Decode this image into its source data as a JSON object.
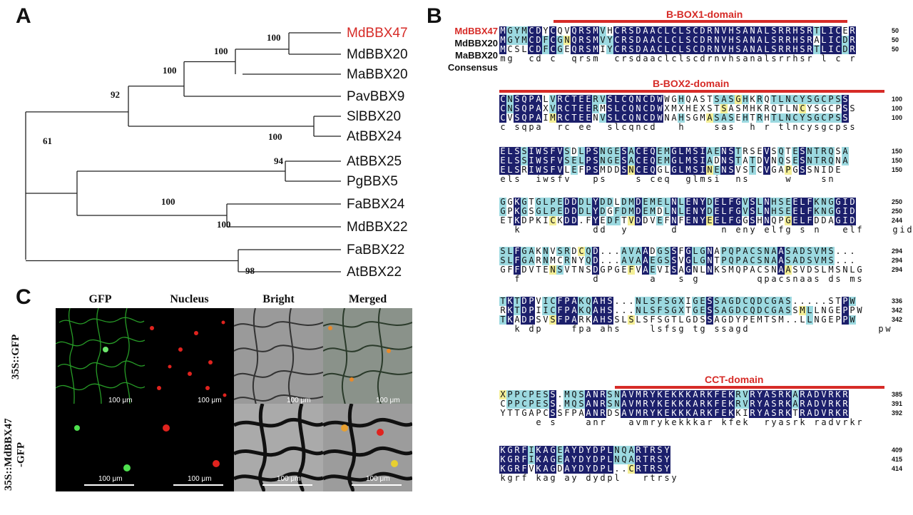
{
  "panels": {
    "a": "A",
    "b": "B",
    "c": "C"
  },
  "tree": {
    "taxa": [
      "MdBBX47",
      "MdBBX20",
      "MaBBX20",
      "PavBBX9",
      "SlBBX20",
      "AtBBX24",
      "AtBBX25",
      "PgBBX5",
      "FaBBX24",
      "MdBBX22",
      "FaBBX22",
      "AtBBX22"
    ],
    "highlight": "MdBBX47",
    "bootstraps": [
      "100",
      "100",
      "100",
      "92",
      "100",
      "61",
      "94",
      "100",
      "100",
      "98"
    ]
  },
  "panel_c": {
    "columns": [
      "GFP",
      "Nucleus",
      "Bright",
      "Merged"
    ],
    "rows": [
      "35S::GFP",
      "35S::MdBBX47\n-GFP"
    ],
    "scale_label": "100 μm"
  },
  "alignment": {
    "names": [
      "MdBBX47",
      "MdBBX20",
      "MaBBX20",
      "Consensus"
    ],
    "domains": [
      "B-BOX1-domain",
      "B-BOX2-domain",
      "CCT-domain"
    ],
    "blocks": [
      {
        "rows": [
          "MGYMCDYCQVQRSMVHCRSDAACLCLSCDRNVHSANALSRRHSRTLICER",
          "MGYMCDFCGNQRSMVYCRSDAACLCLSCDRNVHSANALSRRHSRALICDR",
          "MCSLCDFCGEQRSMIYCRSDAACLCLSCDRNVHSANALSRRHSRTLICDR",
          "mg  cd c  qrsm  crsdaaclclscdrnvhsanalsrrhsr l c r"
        ],
        "nums": [
          "50",
          "50",
          "50"
        ]
      },
      {
        "rows": [
          "CNSQPALVRCTEERVSLCQNCDWWGHQASTSASGHKRQTLNCYSGCPSS",
          "CNSQPAXVRCTEERMSLCQNCDWXMXHEXSTSASMHKRQTLNCYSGCPSS",
          "CVSQPAIMRCTEENVSLCQNCDWNAHSGMASASEHTRHTLNCYSGCPSS",
          "c sqpa  rc ee  slcqncd   h    sas  h r tlncysgcpss"
        ],
        "nums": [
          "100",
          "100",
          "100"
        ]
      },
      {
        "rows": [
          "ELSSIWSFVSDLPSNGESACEQEMGLMSIAENSTRSEVSQTESNTRQSA",
          "ELSSIWSFVSELPSNGESACEQEMGLMSIADNSTATDVNQSESNTRQNA",
          "ELSRIWSFVLEFPSMDDSNCEQGLGLMSINENSVSTCVGAPGSSNIDE",
          "els  iwsfv   ps    s ceq  glmsi  ns     w    sn"
        ],
        "nums": [
          "150",
          "150",
          "150"
        ]
      },
      {
        "rows": [
          "GGKGTGLPEDDDLYDDLDMDEMELNLENYDELFGVSLNHSEELFKNGGID",
          "GPKGSGLPEDDDLYDGFDMDEMDLNLENYDELFGVSLNHSEELFKNGGID",
          "ETKDPKICKDD.FYEDFTVDDVEFNFENYEELFGGSHNQPGELFDDAGID",
          "  k          dd  y      d      n eny elfg s n   elf    gid"
        ],
        "nums": [
          "250",
          "250",
          "244"
        ]
      },
      {
        "rows": [
          "SLFGAKNVSRDCQD...AVAADGSSFGLGNAPQPACSNAASADSVMS...",
          "SLFGARNMCRNYQD...AVAAEGSSVGLGNTPQPACSNAASADSVMS...",
          "GFFDVTENSVTNSDGPGEFVAEVISAGNLNKSMQPACSNAASVDSLMSNLG",
          "  f          d       a   s g        qpacsnaas ds ms"
        ],
        "nums": [
          "294",
          "294",
          "294"
        ]
      },
      {
        "rows": [
          "TKTDPVICFPAKQAHS...NLSFSGXIGESSAGDCQDCGAS.....STPW",
          "RKTDPIICFPAKQAHS...NLSFSGXTGESSAGDCQDCGASSMLLNGEPPW",
          "TKADPSVSFPARKAHSSLSLSFSGTLGDSSAGDYPEMTSM..LLNGEPPW",
          "  k dp    fpa ahs    lsfsg tg ssagd                  pw"
        ],
        "nums": [
          "336",
          "342",
          "342"
        ]
      },
      {
        "rows": [
          "XPPCPESS.MQSANRSNAVMRYKEKKKARKFEKRVRYASRKARADVRKR",
          "CPPCPESS.MQSANRSNAVMRYKEKKKARKFEKRVRYASRKARADVRKR",
          "YTTGAPCSSFPAANRDSAVMRYKEKKKARKFEKKIRYASRKTRADVRKR",
          "     e s    anr   avmrykekkkar kfek  ryasrk radvrkr"
        ],
        "nums": [
          "385",
          "391",
          "392"
        ]
      },
      {
        "rows": [
          "KGRFIKAGEAYDYDPLNQARTRSY",
          "KGRFIKAGEAYDYDPLNQARTRSY",
          "KGRFVKAGDAYDYDPL..CRTRSY",
          "kgrf kag ay dydpl   rtrsy"
        ],
        "nums": [
          "409",
          "415",
          "414"
        ]
      }
    ]
  },
  "colors": {
    "dark": "#1c1f6b",
    "light": "#9cd9e0",
    "yellow": "#f4ef97",
    "red": "#d62b27"
  }
}
